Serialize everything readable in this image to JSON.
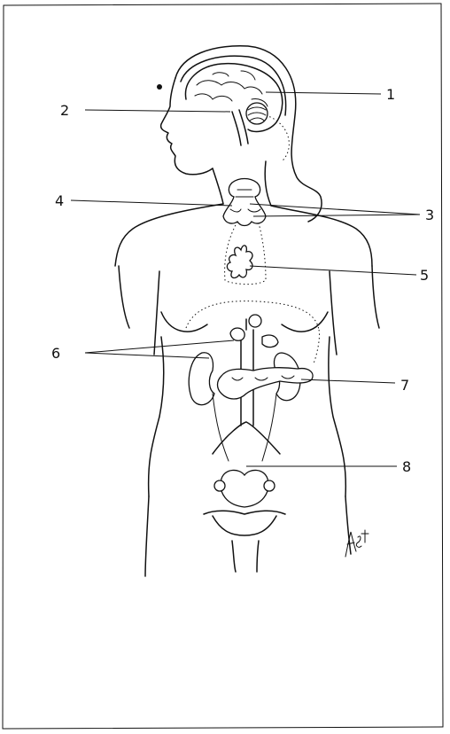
{
  "labels": {
    "pituitary": "1",
    "hypothalamus": "2",
    "parathyroids": "3",
    "thyroid": "4",
    "thymus": "5",
    "adrenals": "6",
    "pancreas": "7",
    "ovaries": "8"
  },
  "signature": "AST"
}
